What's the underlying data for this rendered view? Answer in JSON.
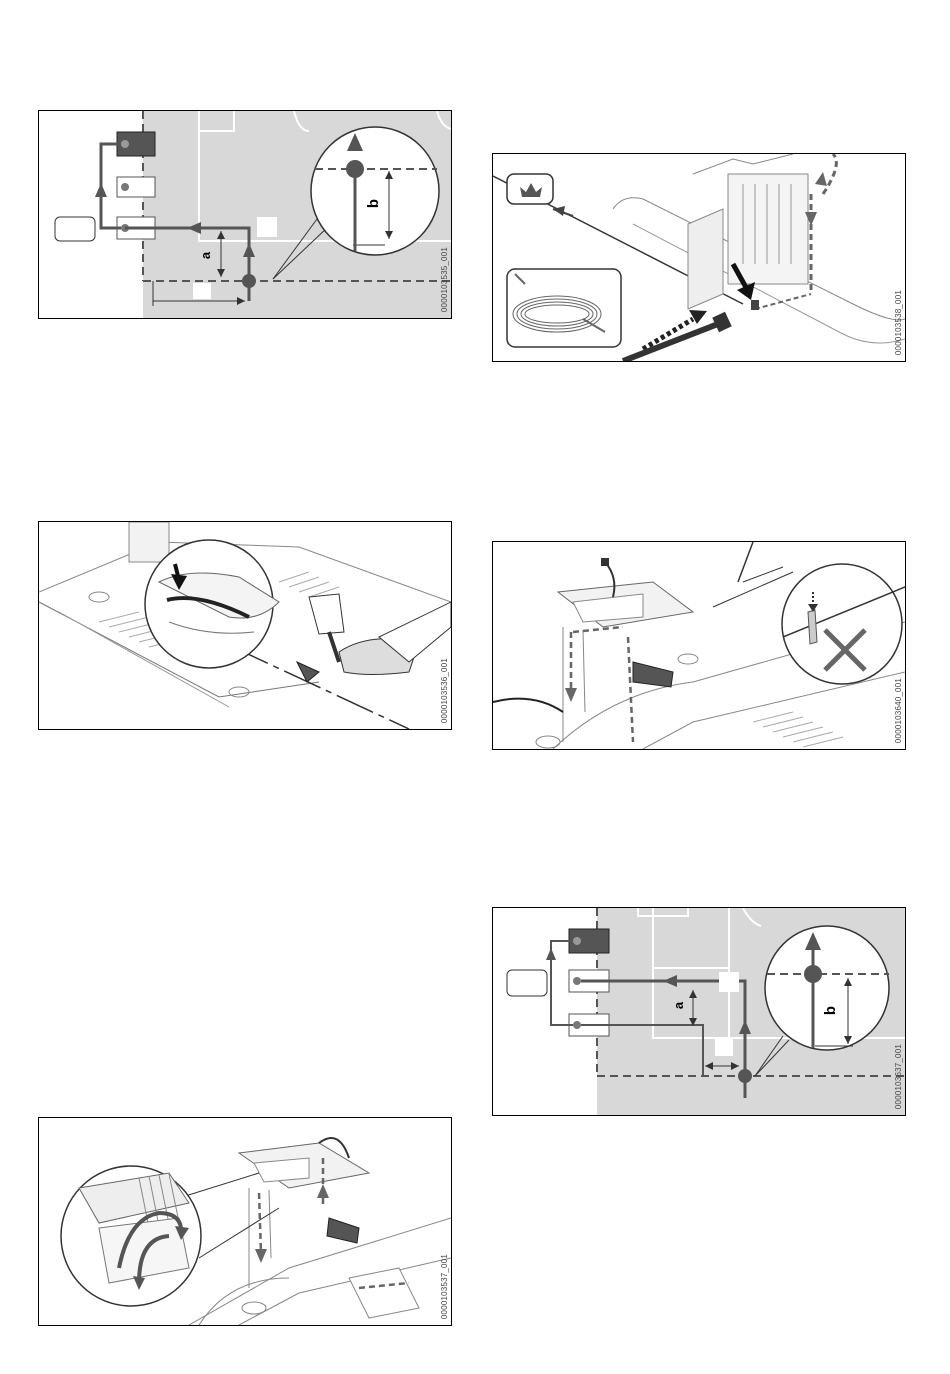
{
  "figures": [
    {
      "id": "0000103535_001",
      "labels": {
        "a": "a",
        "b": "b"
      }
    },
    {
      "id": "0000103538_001"
    },
    {
      "id": "0000103536_001"
    },
    {
      "id": "0000103640_001"
    },
    {
      "id": "0000103637_001",
      "labels": {
        "a": "a",
        "b": "b"
      }
    },
    {
      "id": "0000103537_001"
    }
  ],
  "colors": {
    "border": "#000000",
    "shade": "#d9d9d9",
    "dark": "#555555",
    "line": "#3a3a3a"
  }
}
